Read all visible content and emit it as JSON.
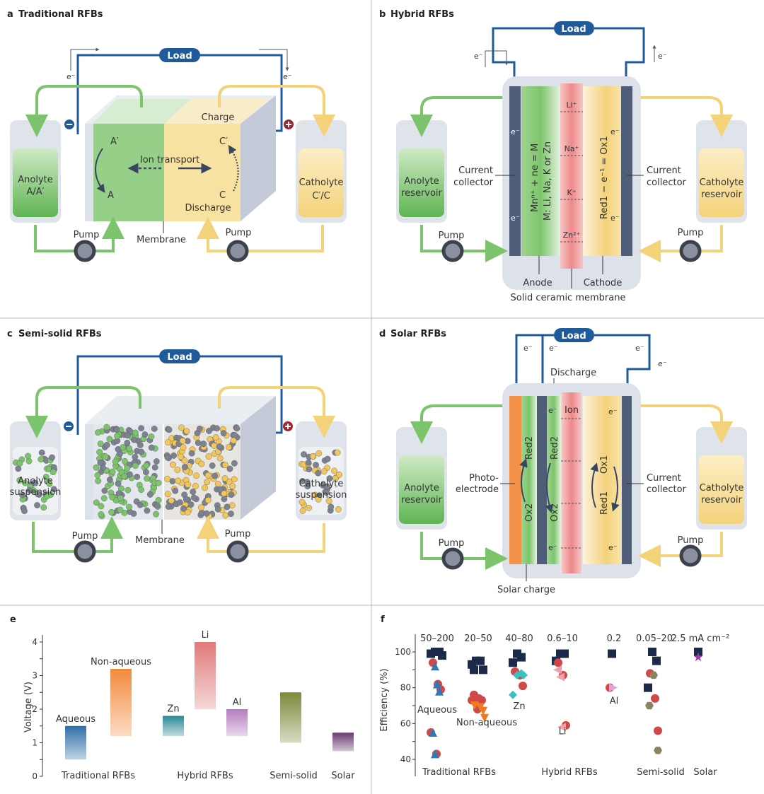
{
  "panels": {
    "a": {
      "letter": "a",
      "title": "Traditional RFBs",
      "load": "Load",
      "electron": "e⁻",
      "anolyte": "Anolyte",
      "anolyte_sub": "A/A′",
      "catholyte": "Catholyte",
      "catholyte_sub": "C′/C",
      "a_prime": "A′",
      "a": "A",
      "c_prime": "C′",
      "c": "C",
      "ion_transport": "Ion transport",
      "charge": "Charge",
      "discharge": "Discharge",
      "pump": "Pump",
      "membrane": "Membrane"
    },
    "b": {
      "letter": "b",
      "title": "Hybrid RFBs",
      "load": "Load",
      "electron": "e⁻",
      "anolyte": "Anolyte",
      "anolyte_sub": "reservoir",
      "catholyte": "Catholyte",
      "catholyte_sub": "reservoir",
      "current": "Current",
      "collector": "collector",
      "anode_reaction": "Mnⁿ⁺ + ne = M",
      "anode_metals": "M: Li, Na, K or Zn",
      "cathode_reaction": "Red1 − e⁻¹ = Ox1",
      "ions": [
        "Li⁺",
        "Na⁺",
        "K⁺",
        "Zn²⁺"
      ],
      "anode": "Anode",
      "cathode": "Cathode",
      "membrane": "Solid ceramic membrane",
      "pump": "Pump"
    },
    "c": {
      "letter": "c",
      "title": "Semi-solid RFBs",
      "load": "Load",
      "anolyte": "Anolyte",
      "anolyte_sub": "suspension",
      "catholyte": "Catholyte",
      "catholyte_sub": "suspension",
      "pump": "Pump",
      "membrane": "Membrane"
    },
    "d": {
      "letter": "d",
      "title": "Solar RFBs",
      "load": "Load",
      "electron": "e⁻",
      "discharge": "Discharge",
      "ion": "Ion",
      "red2": "Red2",
      "ox2": "Ox2",
      "red1": "Red1",
      "ox1": "Ox1",
      "photo": "Photo-",
      "electrode": "electrode",
      "current": "Current",
      "collector": "collector",
      "anolyte": "Anolyte",
      "anolyte_sub": "reservoir",
      "catholyte": "Catholyte",
      "catholyte_sub": "reservoir",
      "pump": "Pump",
      "solar_charge": "Solar charge"
    }
  },
  "colors": {
    "wire": "#1f5a9a",
    "anolyte": "#7cc46b",
    "catholyte": "#f3d27a",
    "membrane": "#ef8f8f",
    "electrode": "#4f5d78",
    "photoelectrode": "#f4924a",
    "tank": "#dfe3ea",
    "particle": "#7d8291"
  },
  "chart_data": [
    {
      "panel": "e",
      "type": "bar",
      "ylabel": "Voltage (V)",
      "ylim": [
        0,
        4
      ],
      "yticks": [
        0,
        1,
        2,
        3,
        4
      ],
      "groups": [
        "Traditional RFBs",
        "Hybrid RFBs",
        "Semi-solid",
        "Solar"
      ],
      "bars": [
        {
          "label": "Aqueous",
          "group": "Traditional RFBs",
          "low": 0.5,
          "high": 1.5,
          "color": "#2e6fa8"
        },
        {
          "label": "Non-aqueous",
          "group": "Traditional RFBs",
          "low": 1.2,
          "high": 3.2,
          "color": "#f28a3a"
        },
        {
          "label": "Zn",
          "group": "Hybrid RFBs",
          "low": 1.2,
          "high": 1.8,
          "color": "#2a8a95"
        },
        {
          "label": "Li",
          "group": "Hybrid RFBs",
          "low": 2.0,
          "high": 4.0,
          "color": "#e07a7a"
        },
        {
          "label": "Al",
          "group": "Hybrid RFBs",
          "low": 1.2,
          "high": 2.0,
          "color": "#b57cc0"
        },
        {
          "label": "",
          "group": "Semi-solid",
          "low": 1.0,
          "high": 2.5,
          "color": "#7a8a3a"
        },
        {
          "label": "",
          "group": "Solar",
          "low": 0.75,
          "high": 1.3,
          "color": "#6a3a72"
        }
      ]
    },
    {
      "panel": "f",
      "type": "scatter",
      "ylabel": "Efficiency (%)",
      "ylim": [
        40,
        100
      ],
      "yticks": [
        40,
        60,
        80,
        100
      ],
      "groups": [
        "Traditional RFBs",
        "Hybrid RFBs",
        "Semi-solid",
        "Solar"
      ],
      "columns": [
        "50–200",
        "20–50",
        "40–80",
        "0.6–10",
        "0.2",
        "0.05–20",
        "2.5 mA cm⁻²"
      ],
      "annotations": [
        {
          "text": "Aqueous",
          "column": 0,
          "y": 66
        },
        {
          "text": "Non-aqueous",
          "column": 1,
          "y": 59
        },
        {
          "text": "Zn",
          "column": 2,
          "y": 68
        },
        {
          "text": "Li",
          "column": 3,
          "y": 54
        },
        {
          "text": "Al",
          "column": 4,
          "y": 71
        }
      ],
      "points": [
        {
          "column": 0,
          "shape": "square",
          "color": "#1c2a4a",
          "values": [
            100,
            100,
            99,
            98
          ]
        },
        {
          "column": 0,
          "shape": "circle",
          "color": "#d04848",
          "values": [
            94,
            82,
            79,
            55,
            43
          ]
        },
        {
          "column": 0,
          "shape": "triangle",
          "color": "#2e7ab8",
          "values": [
            92,
            82,
            78,
            55,
            43
          ]
        },
        {
          "column": 1,
          "shape": "square",
          "color": "#1c2a4a",
          "values": [
            95,
            95,
            93,
            90,
            90
          ]
        },
        {
          "column": 1,
          "shape": "circle",
          "color": "#d04848",
          "values": [
            76,
            74,
            73,
            73,
            68
          ]
        },
        {
          "column": 1,
          "shape": "triangle-down",
          "color": "#f07a22",
          "values": [
            70,
            69,
            67,
            63
          ]
        },
        {
          "column": 2,
          "shape": "square",
          "color": "#1c2a4a",
          "values": [
            99,
            97,
            94
          ]
        },
        {
          "column": 2,
          "shape": "circle",
          "color": "#d04848",
          "values": [
            89,
            87,
            81
          ]
        },
        {
          "column": 2,
          "shape": "diamond",
          "color": "#3cc0c0",
          "values": [
            88,
            87,
            87,
            76
          ]
        },
        {
          "column": 3,
          "shape": "square",
          "color": "#1c2a4a",
          "values": [
            99,
            99,
            95
          ]
        },
        {
          "column": 3,
          "shape": "circle",
          "color": "#d04848",
          "values": [
            94,
            87,
            59
          ]
        },
        {
          "column": 3,
          "shape": "triangle-left",
          "color": "#f0a0a8",
          "values": [
            90,
            86,
            58
          ]
        },
        {
          "column": 4,
          "shape": "square",
          "color": "#1c2a4a",
          "values": [
            99
          ]
        },
        {
          "column": 4,
          "shape": "circle",
          "color": "#d04848",
          "values": [
            80
          ]
        },
        {
          "column": 4,
          "shape": "triangle-right",
          "color": "#e8a0d8",
          "values": [
            80
          ]
        },
        {
          "column": 5,
          "shape": "square",
          "color": "#1c2a4a",
          "values": [
            100,
            95,
            80
          ]
        },
        {
          "column": 5,
          "shape": "circle",
          "color": "#d04848",
          "values": [
            88,
            74,
            56
          ]
        },
        {
          "column": 5,
          "shape": "hexagon",
          "color": "#8a8460",
          "values": [
            87,
            70,
            45
          ]
        },
        {
          "column": 6,
          "shape": "square",
          "color": "#1c2a4a",
          "values": [
            100
          ]
        },
        {
          "column": 6,
          "shape": "star",
          "color": "#a03aa8",
          "values": [
            97
          ]
        }
      ]
    }
  ]
}
